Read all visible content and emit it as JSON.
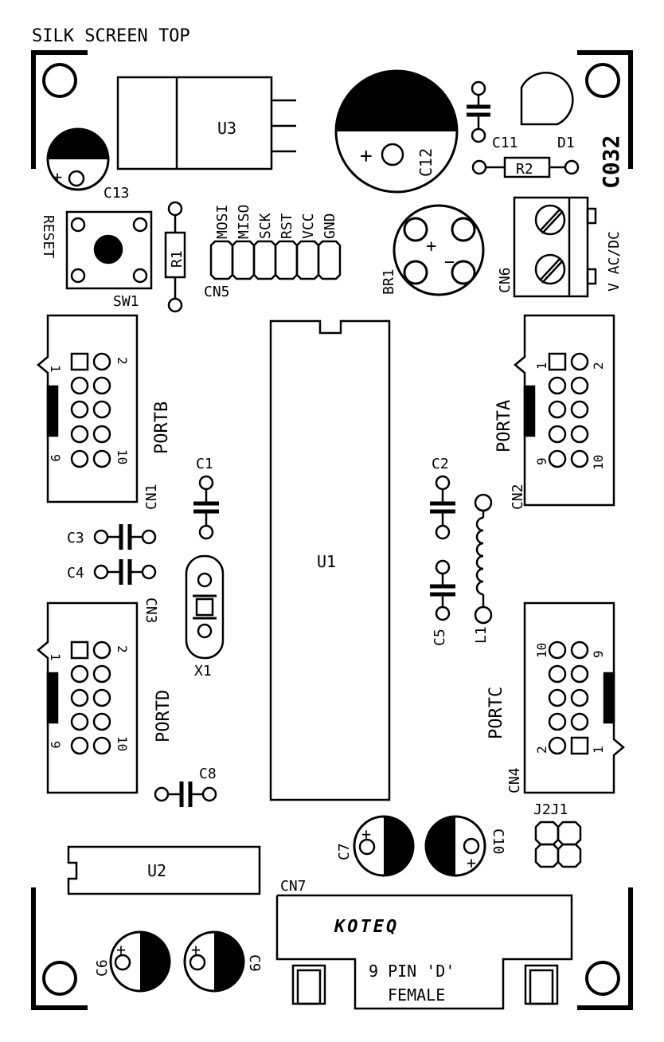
{
  "header": {
    "title": "SILK SCREEN TOP"
  },
  "board_code": "C032",
  "brand_logo": "KOTEQ",
  "ic_labels": {
    "u1": "U1",
    "u2": "U2",
    "u3": "U3"
  },
  "regulators": {
    "c12": "C12",
    "c13": "C13"
  },
  "reset": {
    "label": "RESET",
    "switch": "SW1"
  },
  "resistors": {
    "r1": "R1",
    "r2": "R2"
  },
  "cn5": {
    "ref": "CN5",
    "pins": [
      "MOSI",
      "MISO",
      "SCK",
      "RST",
      "VCC",
      "GND"
    ]
  },
  "bridge": {
    "ref": "BR1"
  },
  "power_connector": {
    "ref": "CN6",
    "label": "V AC/DC"
  },
  "c11": "C11",
  "d1": "D1",
  "ports": {
    "portb": {
      "name": "PORTB",
      "ref": "CN1",
      "pin_first": "1",
      "pin_second": "2",
      "pin_ninth": "9",
      "pin_tenth": "10"
    },
    "porta": {
      "name": "PORTA",
      "ref": "CN2",
      "pin_first": "1",
      "pin_second": "2",
      "pin_ninth": "9",
      "pin_tenth": "10"
    },
    "portd": {
      "name": "PORTD",
      "ref": "CN3",
      "pin_first": "1",
      "pin_second": "2",
      "pin_ninth": "9",
      "pin_tenth": "10"
    },
    "portc": {
      "name": "PORTC",
      "ref": "CN4",
      "pin_first": "1",
      "pin_second": "2",
      "pin_ninth": "9",
      "pin_tenth": "10"
    }
  },
  "caps": {
    "c1": "C1",
    "c2": "C2",
    "c3": "C3",
    "c4": "C4",
    "c5": "C5",
    "c6": "C6",
    "c7": "C7",
    "c8": "C8",
    "c9": "C9",
    "c10": "C10"
  },
  "crystal": "X1",
  "inductor": "L1",
  "jumpers": "J2J1",
  "cn7": {
    "ref": "CN7",
    "line1": "9 PIN 'D'",
    "line2": "FEMALE"
  },
  "plus_sign": "+",
  "minus_sign": "−"
}
